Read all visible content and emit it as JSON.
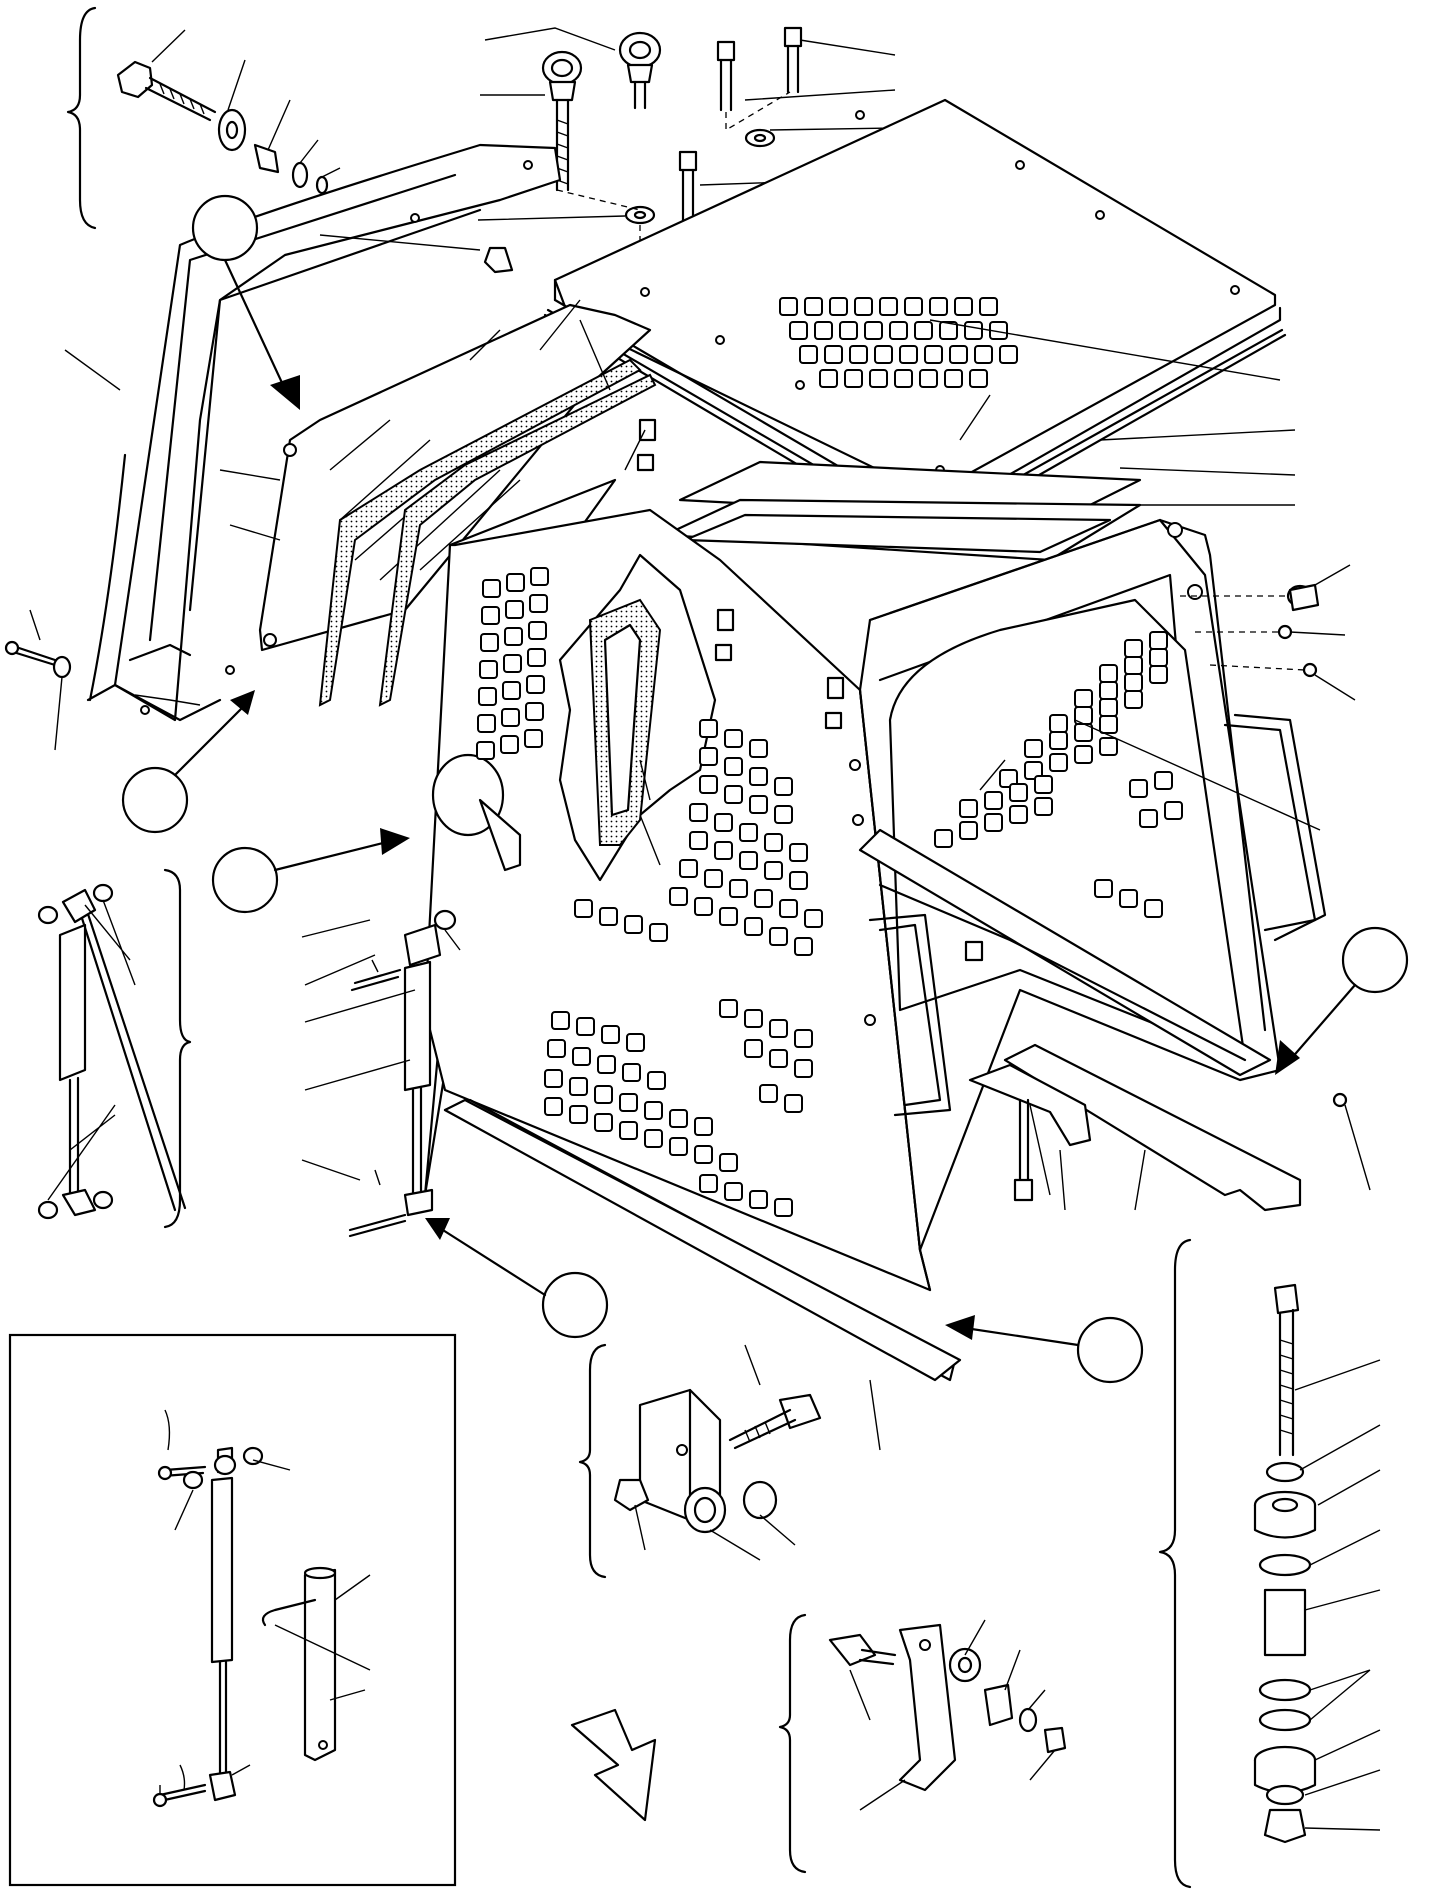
{
  "diagram": {
    "inset_title": "",
    "callouts": [
      {
        "id": "A"
      },
      {
        "id": "B"
      },
      {
        "id": "C"
      },
      {
        "id": "D"
      },
      {
        "id": "E"
      },
      {
        "id": "F"
      }
    ],
    "icons": [
      "arrow-direction-icon"
    ]
  }
}
